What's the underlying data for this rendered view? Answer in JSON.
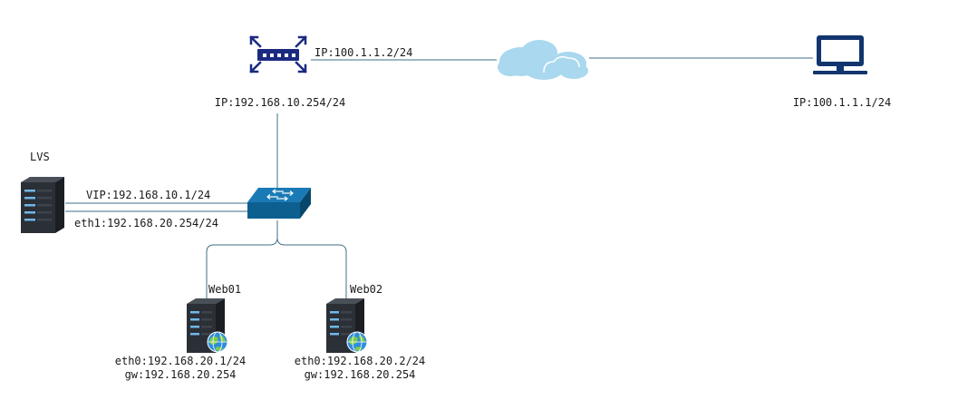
{
  "router": {
    "lan_ip": "IP:192.168.10.254/24",
    "wan_ip": "IP:100.1.1.2/24"
  },
  "client": {
    "ip": "IP:100.1.1.1/24"
  },
  "lvs": {
    "name": "LVS",
    "vip": "VIP:192.168.10.1/24",
    "eth1": "eth1:192.168.20.254/24"
  },
  "web01": {
    "name": "Web01",
    "eth0": "eth0:192.168.20.1/24",
    "gw": "gw:192.168.20.254"
  },
  "web02": {
    "name": "Web02",
    "eth0": "eth0:192.168.20.2/24",
    "gw": "gw:192.168.20.254"
  },
  "colors": {
    "link": "#3f6f86",
    "router": "#1b2a80",
    "cloud": "#a9d8ef",
    "client": "#12356f",
    "switch": "#0c5f8f",
    "server": "#2b2f36"
  }
}
